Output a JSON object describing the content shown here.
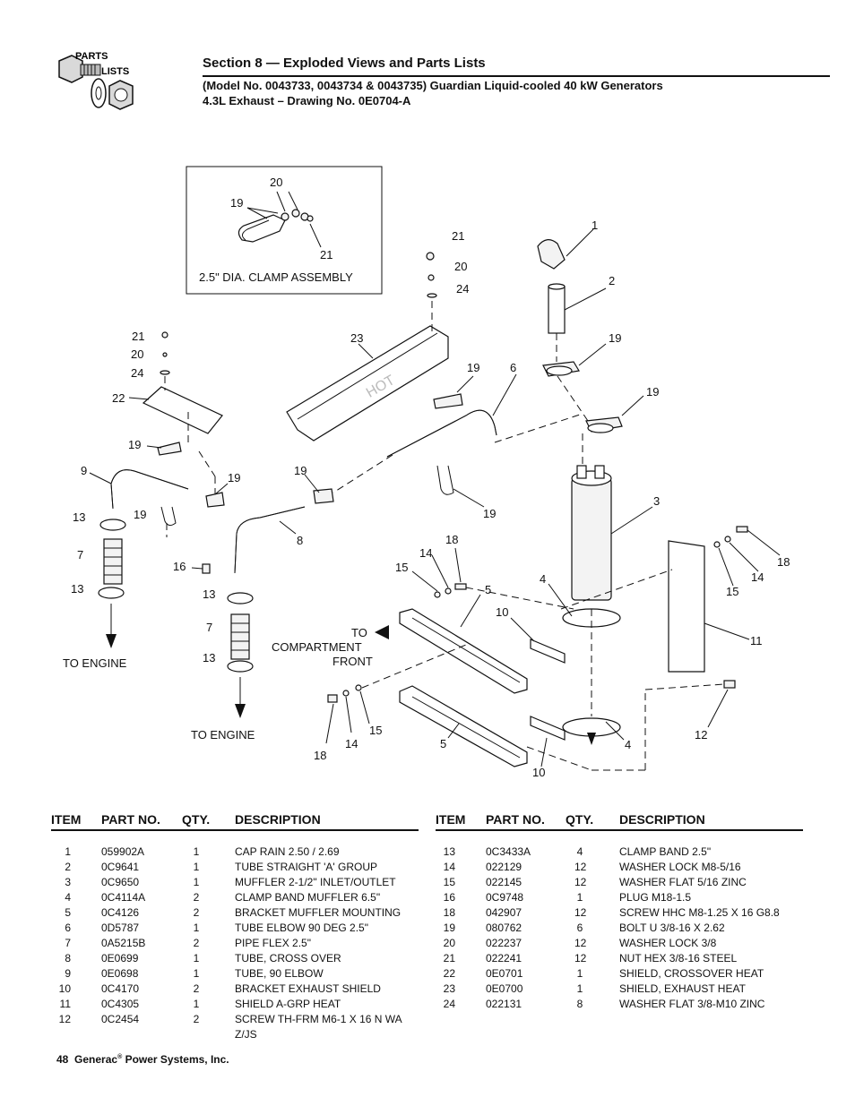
{
  "logo": {
    "line1": "PARTS",
    "line2": "LISTS"
  },
  "header": {
    "section_title": "Section 8 — Exploded Views and Parts Lists",
    "model_line": "(Model No. 0043733, 0043734 & 0043735) Guardian Liquid-cooled 40 kW Generators",
    "drawing_line": "4.3L Exhaust – Drawing No. 0E0704-A"
  },
  "diagram": {
    "inset_caption": "2.5\" DIA. CLAMP ASSEMBLY",
    "to_engine": "TO ENGINE",
    "to_compartment": [
      "TO",
      "COMPARTMENT",
      "FRONT"
    ],
    "hot": "HOT",
    "callouts": {
      "n1": "1",
      "n2": "2",
      "n3": "3",
      "n4": "4",
      "n5": "5",
      "n6": "6",
      "n7": "7",
      "n8": "8",
      "n9": "9",
      "n10": "10",
      "n11": "11",
      "n12": "12",
      "n13": "13",
      "n14": "14",
      "n15": "15",
      "n16": "16",
      "n18": "18",
      "n19": "19",
      "n20": "20",
      "n21": "21",
      "n22": "22",
      "n23": "23",
      "n24": "24"
    }
  },
  "table": {
    "headers": {
      "item": "ITEM",
      "part": "PART NO.",
      "qty": "QTY.",
      "desc": "DESCRIPTION"
    },
    "left": [
      {
        "item": "1",
        "part": "059902A",
        "qty": "1",
        "desc": "CAP RAIN 2.50 / 2.69"
      },
      {
        "item": "2",
        "part": "0C9641",
        "qty": "1",
        "desc": "TUBE STRAIGHT 'A' GROUP"
      },
      {
        "item": "3",
        "part": "0C9650",
        "qty": "1",
        "desc": "MUFFLER 2-1/2\" INLET/OUTLET"
      },
      {
        "item": "4",
        "part": "0C4114A",
        "qty": "2",
        "desc": "CLAMP BAND MUFFLER 6.5\""
      },
      {
        "item": "5",
        "part": "0C4126",
        "qty": "2",
        "desc": "BRACKET MUFFLER MOUNTING"
      },
      {
        "item": "6",
        "part": "0D5787",
        "qty": "1",
        "desc": "TUBE ELBOW 90 DEG 2.5\""
      },
      {
        "item": "7",
        "part": "0A5215B",
        "qty": "2",
        "desc": "PIPE FLEX 2.5\""
      },
      {
        "item": "8",
        "part": "0E0699",
        "qty": "1",
        "desc": "TUBE, CROSS OVER"
      },
      {
        "item": "9",
        "part": "0E0698",
        "qty": "1",
        "desc": "TUBE, 90 ELBOW"
      },
      {
        "item": "10",
        "part": "0C4170",
        "qty": "2",
        "desc": "BRACKET EXHAUST SHIELD"
      },
      {
        "item": "11",
        "part": "0C4305",
        "qty": "1",
        "desc": "SHIELD A-GRP HEAT"
      },
      {
        "item": "12",
        "part": "0C2454",
        "qty": "2",
        "desc": "SCREW TH-FRM M6-1 X 16 N WA",
        "desc2": "Z/JS"
      }
    ],
    "right": [
      {
        "item": "13",
        "part": "0C3433A",
        "qty": "4",
        "desc": "CLAMP BAND 2.5\""
      },
      {
        "item": "14",
        "part": "022129",
        "qty": "12",
        "desc": "WASHER LOCK M8-5/16"
      },
      {
        "item": "15",
        "part": "022145",
        "qty": "12",
        "desc": "WASHER FLAT 5/16 ZINC"
      },
      {
        "item": "16",
        "part": "0C9748",
        "qty": "1",
        "desc": "PLUG M18-1.5"
      },
      {
        "item": "18",
        "part": "042907",
        "qty": "12",
        "desc": "SCREW HHC M8-1.25 X 16 G8.8"
      },
      {
        "item": "19",
        "part": "080762",
        "qty": "6",
        "desc": "BOLT U 3/8-16 X 2.62"
      },
      {
        "item": "20",
        "part": "022237",
        "qty": "12",
        "desc": "WASHER LOCK 3/8"
      },
      {
        "item": "21",
        "part": "022241",
        "qty": "12",
        "desc": "NUT HEX 3/8-16 STEEL"
      },
      {
        "item": "22",
        "part": "0E0701",
        "qty": "1",
        "desc": "SHIELD, CROSSOVER HEAT"
      },
      {
        "item": "23",
        "part": "0E0700",
        "qty": "1",
        "desc": "SHIELD, EXHAUST HEAT"
      },
      {
        "item": "24",
        "part": "022131",
        "qty": "8",
        "desc": "WASHER FLAT 3/8-M10 ZINC"
      }
    ]
  },
  "footer": {
    "page_number": "48",
    "company": "Generac",
    "reg": "®",
    "company_rest": "Power Systems, Inc."
  }
}
